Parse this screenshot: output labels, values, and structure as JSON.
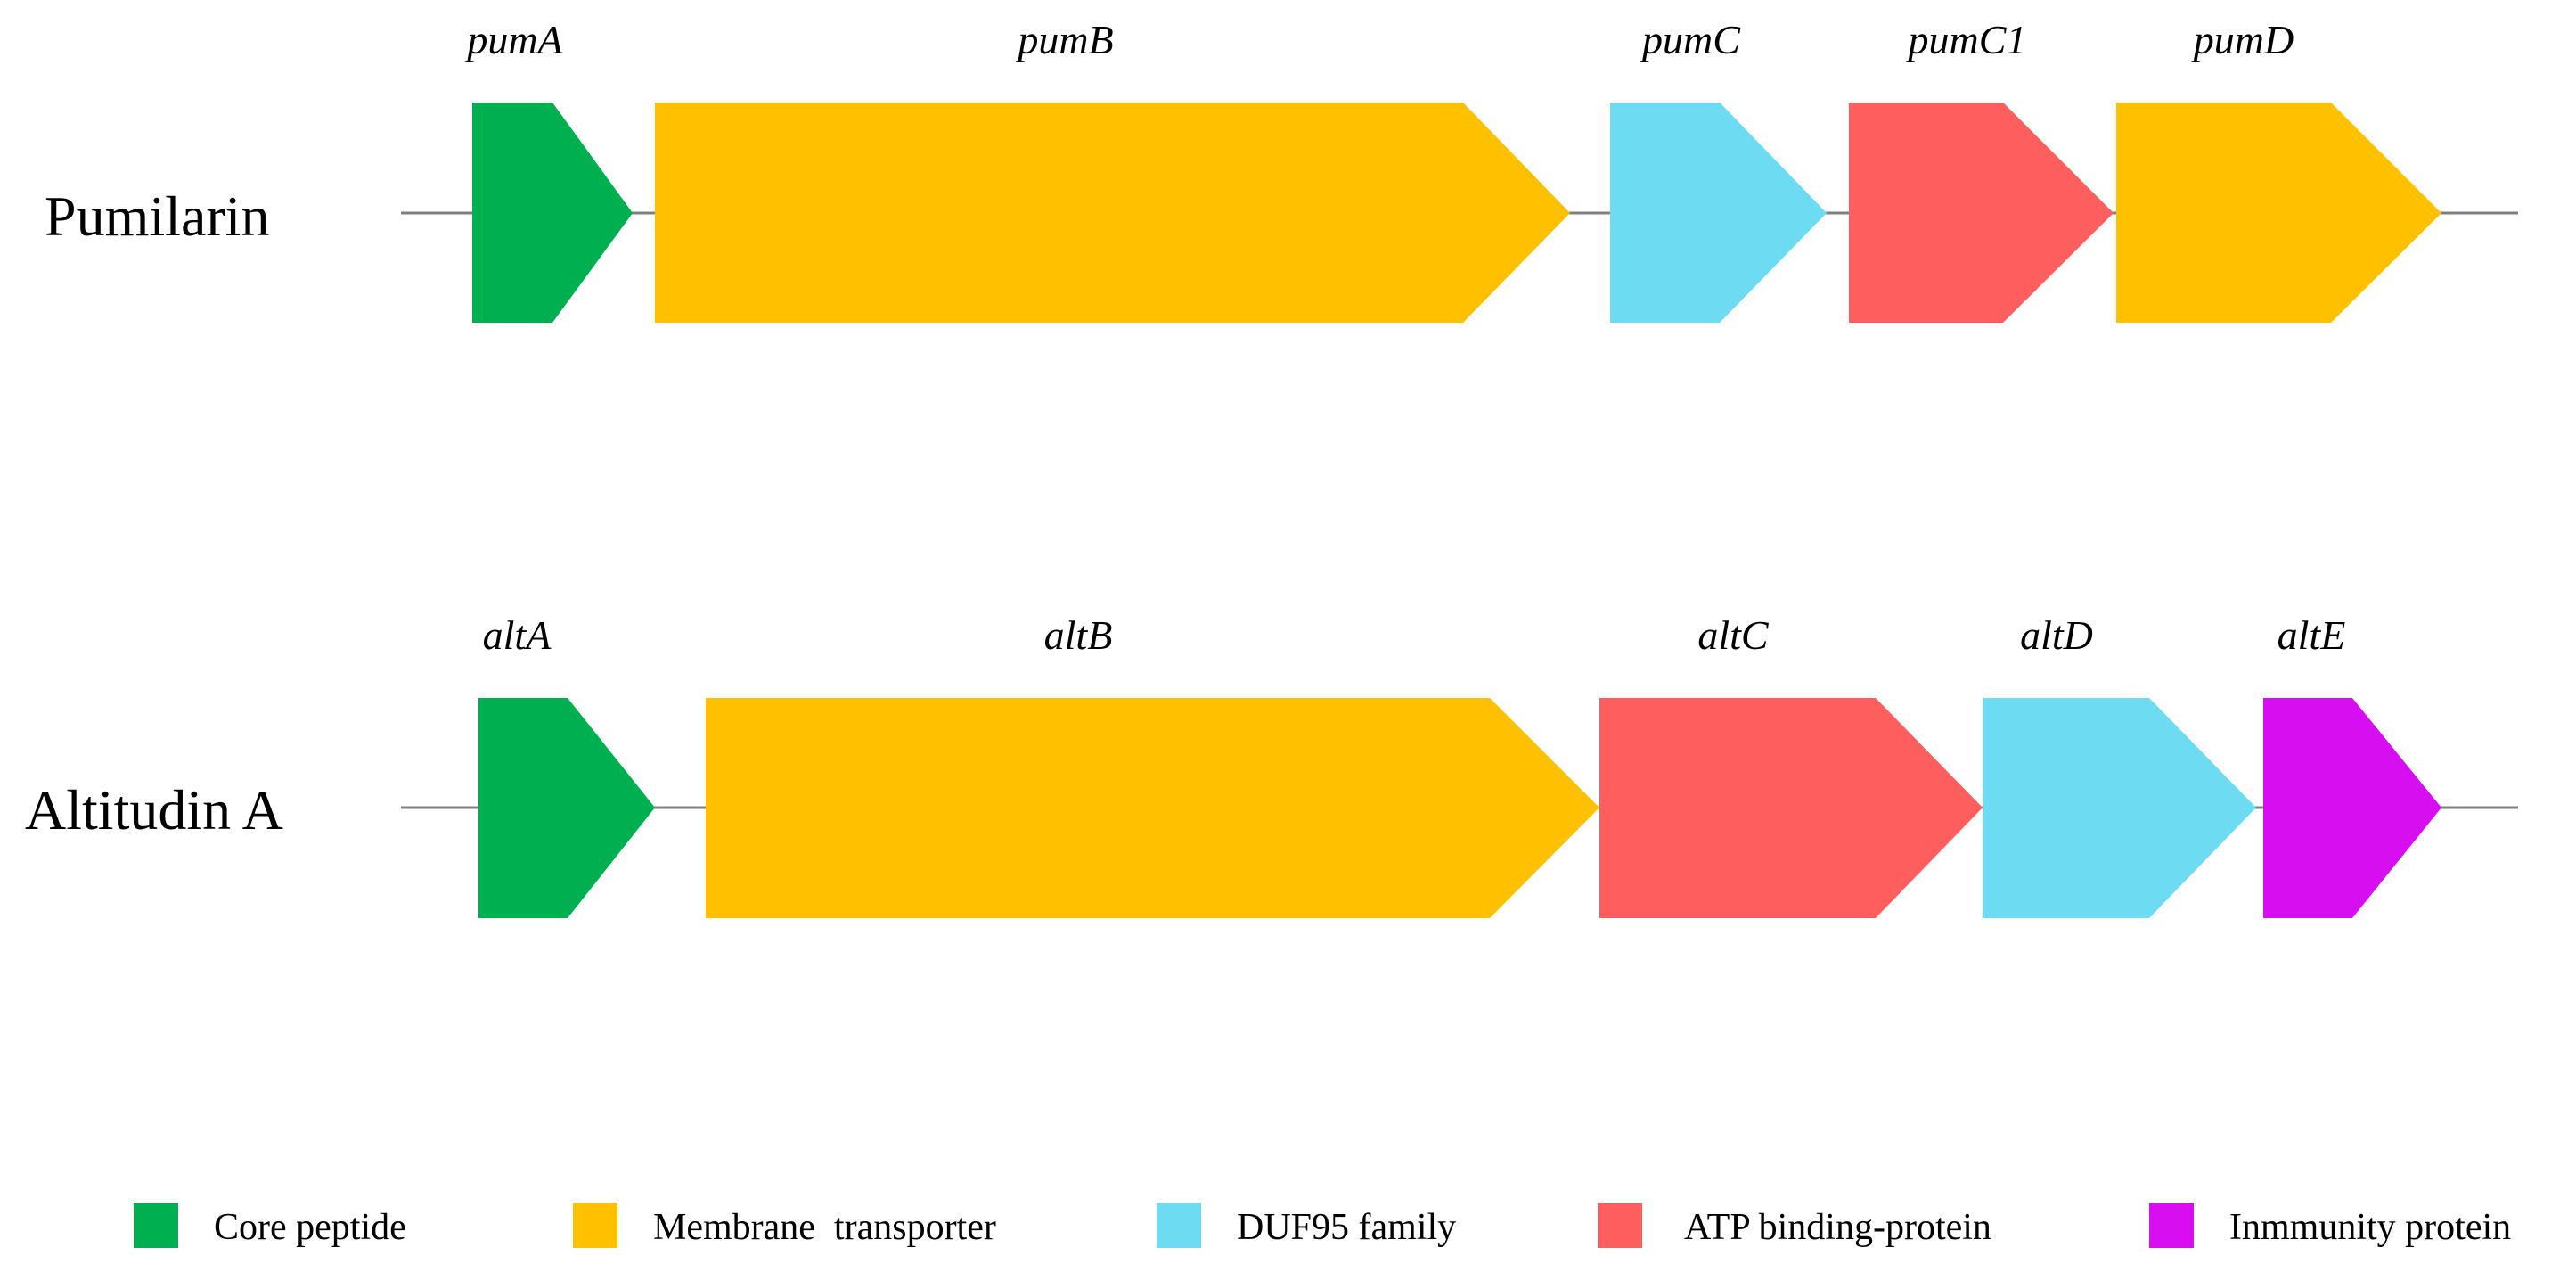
{
  "colors": {
    "core": "#00B050",
    "transporter": "#FFC000",
    "duf": "#6DDCF2",
    "atp": "#FF5E5E",
    "immunity": "#D60EF0",
    "backbone": "#808080"
  },
  "clusters": [
    {
      "name": "Pumilarin",
      "genes": [
        {
          "name": "pumA",
          "category": "core"
        },
        {
          "name": "pumB",
          "category": "transporter"
        },
        {
          "name": "pumC",
          "category": "duf"
        },
        {
          "name": "pumC1",
          "category": "atp"
        },
        {
          "name": "pumD",
          "category": "transporter"
        }
      ]
    },
    {
      "name": "Altitudin A",
      "genes": [
        {
          "name": "altA",
          "category": "core"
        },
        {
          "name": "altB",
          "category": "transporter"
        },
        {
          "name": "altC",
          "category": "atp"
        },
        {
          "name": "altD",
          "category": "duf"
        },
        {
          "name": "altE",
          "category": "immunity"
        }
      ]
    }
  ],
  "legend": [
    {
      "category": "core",
      "label": "Core peptide"
    },
    {
      "category": "transporter",
      "label": "Membrane  transporter"
    },
    {
      "category": "duf",
      "label": "DUF95 family"
    },
    {
      "category": "atp",
      "label": "ATP binding-protein"
    },
    {
      "category": "immunity",
      "label": "Inmmunity protein"
    }
  ]
}
